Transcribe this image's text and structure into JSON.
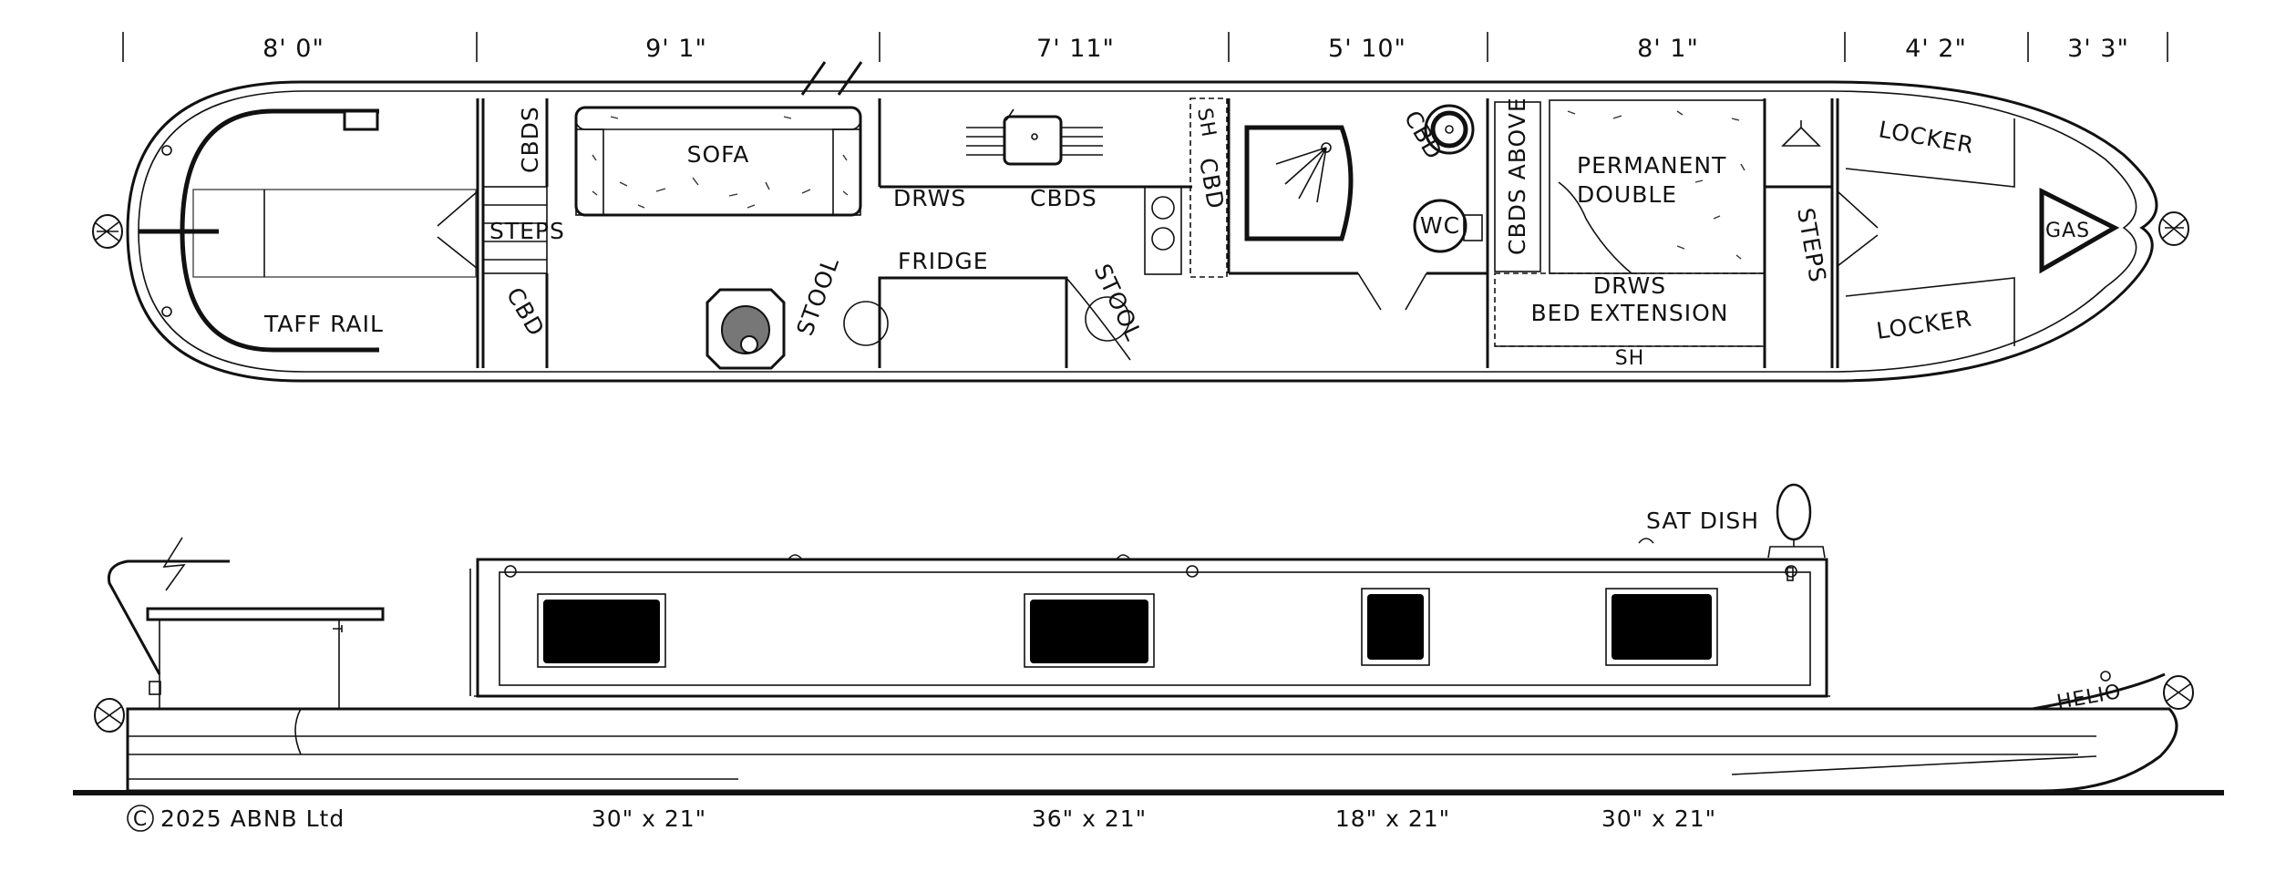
{
  "dimensions": [
    "8' 0\"",
    "9' 1\"",
    "7' 11\"",
    "5' 10\"",
    "8' 1\"",
    "4' 2\"",
    "3' 3\""
  ],
  "plan_labels": {
    "cbds_left": "CBDS",
    "sofa": "SOFA",
    "steps_left": "STEPS",
    "cbd_left": "CBD",
    "taff_rail": "TAFF RAIL",
    "drws": "DRWS",
    "cbds_galley": "CBDS",
    "sh_galley": "SH",
    "cbd_galley": "CBD",
    "fridge": "FRIDGE",
    "stool_1": "STOOL",
    "stool_2": "STOOL",
    "cbd_bath": "CBD",
    "wc": "WC",
    "cbds_above": "CBDS ABOVE",
    "permanent": "PERMANENT",
    "double": "DOUBLE",
    "drws_bed": "DRWS",
    "bed_extension": "BED EXTENSION",
    "sh_bed": "SH",
    "steps_right": "STEPS",
    "locker_top": "LOCKER",
    "locker_bottom": "LOCKER",
    "gas": "GAS"
  },
  "side_labels": {
    "sat_dish": "SAT DISH",
    "boat_name": "HELIO",
    "copyright": "2025 ABNB Ltd",
    "copyright_symbol": "C"
  },
  "window_sizes": [
    "30\" x 21\"",
    "36\" x 21\"",
    "18\" x 21\"",
    "30\" x 21\""
  ]
}
